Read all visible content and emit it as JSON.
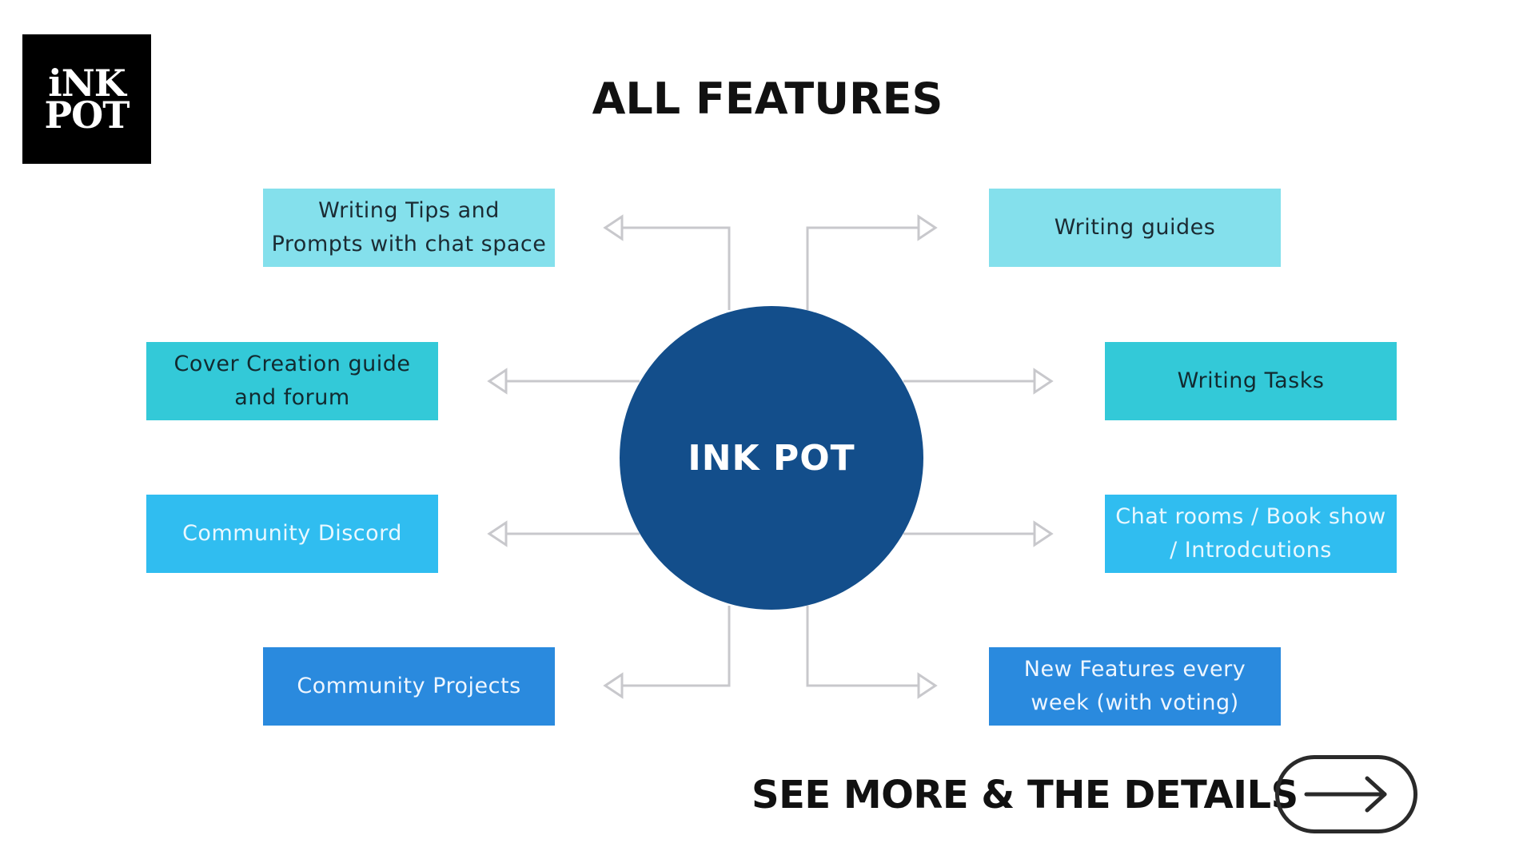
{
  "logo": {
    "line1": "iNK",
    "line2": "POT"
  },
  "title": "ALL FEATURES",
  "hub": {
    "label": "INK POT",
    "color": "#134e8b"
  },
  "features": {
    "top_left": "Writing Tips and Prompts with chat space",
    "top_right": "Writing guides",
    "mid_left_1": "Cover Creation guide and forum",
    "mid_right_1": "Writing Tasks",
    "mid_left_2": "Community Discord",
    "mid_right_2": "Chat rooms / Book show / Introdcutions",
    "bottom_left": "Community Projects",
    "bottom_right": "New Features every week (with voting)"
  },
  "colors": {
    "light_cyan": "#84e0ec",
    "teal": "#33c9d8",
    "sky_blue": "#30bdf0",
    "blue": "#2a8ade",
    "connector": "#c8c8cc"
  },
  "cta": {
    "label": "SEE MORE & THE DETAILS",
    "icon": "arrow-right-icon"
  }
}
